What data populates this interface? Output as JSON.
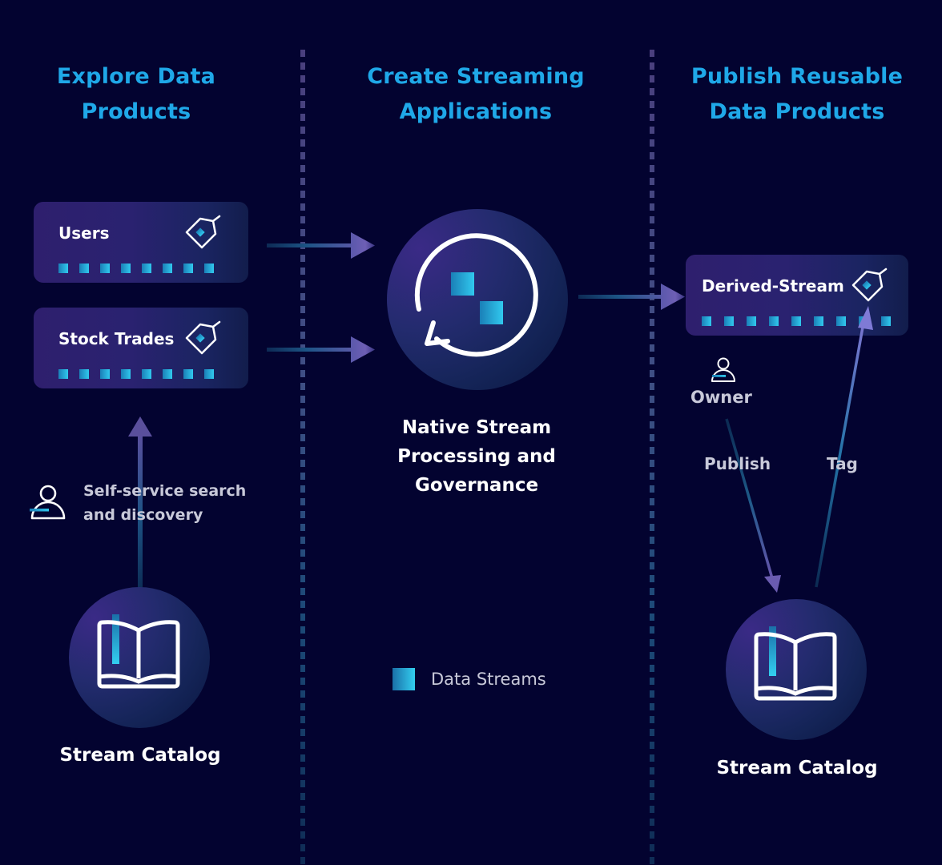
{
  "columns": [
    {
      "title_line1": "Explore Data",
      "title_line2": "Products"
    },
    {
      "title_line1": "Create Streaming",
      "title_line2": "Applications"
    },
    {
      "title_line1": "Publish Reusable",
      "title_line2": "Data Products"
    }
  ],
  "explore": {
    "cards": [
      {
        "title": "Users",
        "icon": "tag-icon",
        "stream_blocks": 8
      },
      {
        "title": "Stock Trades",
        "icon": "tag-icon",
        "stream_blocks": 8
      }
    ],
    "user_note_line1": "Self-service search",
    "user_note_line2": "and discovery",
    "catalog_label": "Stream Catalog"
  },
  "create": {
    "processor_line1": "Native Stream",
    "processor_line2": "Processing and",
    "processor_line3": "Governance",
    "legend_label": "Data Streams"
  },
  "publish": {
    "card": {
      "title": "Derived-Stream",
      "icon": "tag-icon",
      "stream_blocks": 9
    },
    "owner_label": "Owner",
    "publish_label": "Publish",
    "tag_label": "Tag",
    "catalog_label": "Stream Catalog"
  },
  "colors": {
    "background": "#030330",
    "heading": "#1fa8e8",
    "stream_block_start": "#1a7fb7",
    "stream_block_end": "#31c9ee",
    "arrow_head": "#6b5cb0"
  }
}
